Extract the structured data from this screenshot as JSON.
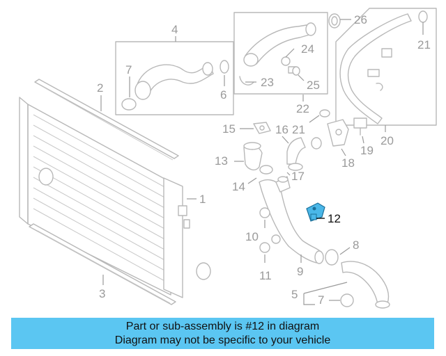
{
  "diagram": {
    "highlight_color": "#4ab7e8",
    "highlighted_part": "12",
    "callouts": [
      "1",
      "2",
      "3",
      "4",
      "5",
      "6",
      "7",
      "7",
      "8",
      "9",
      "10",
      "11",
      "12",
      "13",
      "14",
      "15",
      "16",
      "17",
      "18",
      "19",
      "20",
      "21",
      "21",
      "22",
      "23",
      "24",
      "25",
      "26"
    ]
  },
  "callouts": {
    "c1": "1",
    "c2": "2",
    "c3": "3",
    "c4": "4",
    "c5": "5",
    "c6": "6",
    "c7a": "7",
    "c7b": "7",
    "c8": "8",
    "c9": "9",
    "c10": "10",
    "c11": "11",
    "c12": "12",
    "c13": "13",
    "c14": "14",
    "c15": "15",
    "c16": "16",
    "c17": "17",
    "c18": "18",
    "c19": "19",
    "c20": "20",
    "c21a": "21",
    "c21b": "21",
    "c22": "22",
    "c23": "23",
    "c24": "24",
    "c25": "25",
    "c26": "26"
  },
  "banner": {
    "line1": "Part or sub-assembly is #12 in diagram",
    "line2": "Diagram may not be specific to your vehicle",
    "background": "#5bc6f2"
  }
}
